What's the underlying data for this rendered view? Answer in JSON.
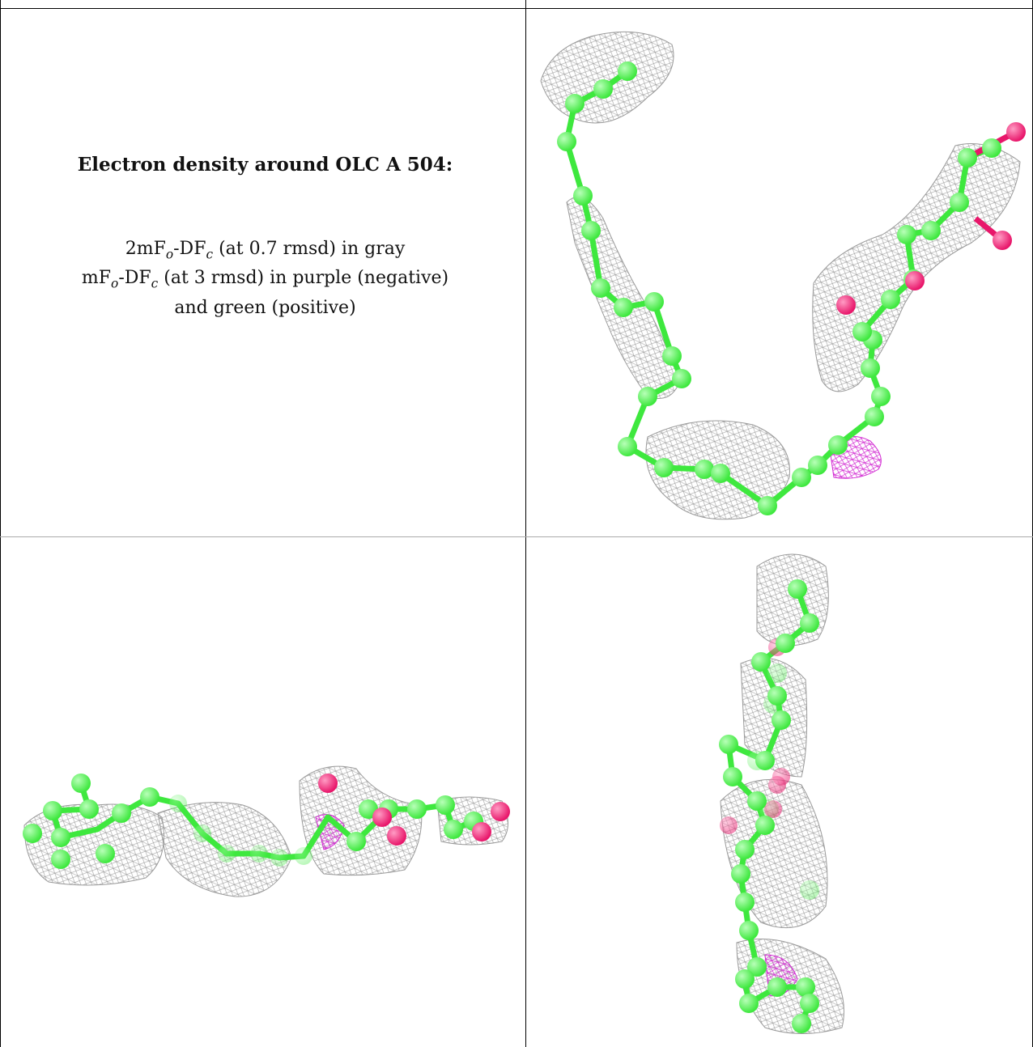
{
  "caption": {
    "title": "Electron density around OLC A 504:",
    "line1_prefix": "2mF",
    "line1_mid": "-DF",
    "line1_suffix": " (at 0.7 rmsd) in gray",
    "line2_prefix": "mF",
    "line2_mid": "-DF",
    "line2_suffix": " (at 3 rmsd) in purple (negative)",
    "line3": "and green (positive)",
    "sub_o": "o",
    "sub_c": "c"
  },
  "colors": {
    "carbon": "#3ee83e",
    "oxygen": "#e8166a",
    "mesh_gray": "#9a9a9a",
    "mesh_negative": "#d22ad2"
  },
  "panels": [
    {
      "view": "top-right"
    },
    {
      "view": "bottom-left"
    },
    {
      "view": "bottom-right"
    }
  ]
}
